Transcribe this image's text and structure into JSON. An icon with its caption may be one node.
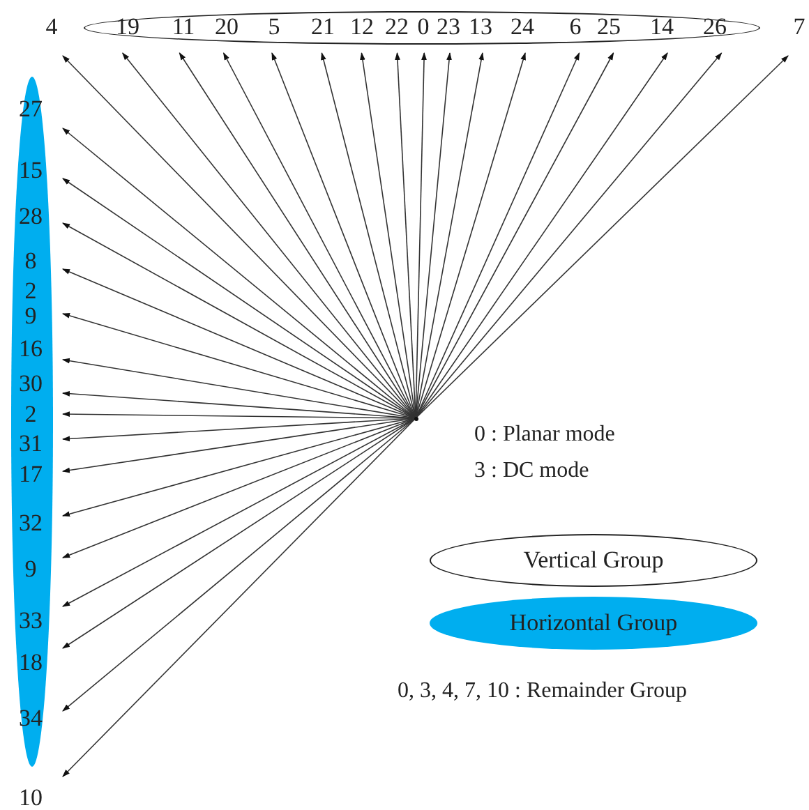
{
  "diagram": {
    "nodes": [
      {
        "text": [
          "4"
        ]
      },
      {
        "text": [],
        "shape": "ellipse"
      },
      {
        "text": [
          "19"
        ],
        "in": 1
      },
      {
        "text": [
          "11"
        ],
        "in": 1
      },
      {
        "text": [
          "20"
        ],
        "in": 1
      },
      {
        "text": [
          "5"
        ],
        "in": 1
      },
      {
        "text": [
          "21"
        ],
        "in": 1
      },
      {
        "text": [
          "12"
        ],
        "in": 1
      },
      {
        "text": [
          "22"
        ],
        "in": 1
      },
      {
        "text": [
          "0"
        ],
        "in": 1
      },
      {
        "text": [
          "23"
        ],
        "in": 1
      },
      {
        "text": [
          "13"
        ],
        "in": 1
      },
      {
        "text": [
          "24"
        ],
        "in": 1
      },
      {
        "text": [
          "6"
        ],
        "in": 1
      },
      {
        "text": [
          "25"
        ],
        "in": 1
      },
      {
        "text": [
          "14"
        ],
        "in": 1
      },
      {
        "text": [
          "26"
        ],
        "in": 1
      },
      {
        "text": [
          "7"
        ]
      },
      {
        "text": [],
        "shape": "ellipse"
      },
      {
        "text": [
          "27"
        ],
        "in": 18
      },
      {
        "text": [
          "15"
        ],
        "in": 18
      },
      {
        "text": [
          "28"
        ],
        "in": 18
      },
      {
        "text": [
          "8"
        ],
        "in": 18
      },
      {
        "text": [
          "29"
        ],
        "in": 18
      },
      {
        "text": [
          "16"
        ],
        "in": 18
      },
      {
        "text": [
          "30"
        ],
        "in": 18
      },
      {
        "text": [
          "2"
        ],
        "in": 18
      },
      {
        "text": [
          "31"
        ],
        "in": 18
      },
      {
        "text": [
          "17"
        ],
        "in": 18
      },
      {
        "text": [
          "32"
        ],
        "in": 18
      },
      {
        "text": [
          "9"
        ],
        "in": 18
      },
      {
        "text": [
          "33"
        ],
        "in": 18
      },
      {
        "text": [
          "18"
        ],
        "in": 18
      },
      {
        "text": [
          "34"
        ],
        "in": 18
      },
      {
        "text": [
          "10"
        ]
      },
      {
        "text": [],
        "shape": "point"
      }
    ],
    "edges": [
      {
        "from": 35,
        "to": 0,
        "arrow": "to"
      },
      {
        "from": 35,
        "to": 2,
        "arrow": "to"
      },
      {
        "from": 35,
        "to": 3,
        "arrow": "to"
      },
      {
        "from": 35,
        "to": 4,
        "arrow": "to"
      },
      {
        "from": 35,
        "to": 5,
        "arrow": "to"
      },
      {
        "from": 35,
        "to": 6,
        "arrow": "to"
      },
      {
        "from": 35,
        "to": 7,
        "arrow": "to"
      },
      {
        "from": 35,
        "to": 8,
        "arrow": "to"
      },
      {
        "from": 35,
        "to": 9,
        "arrow": "to"
      },
      {
        "from": 35,
        "to": 10,
        "arrow": "to"
      },
      {
        "from": 35,
        "to": 11,
        "arrow": "to"
      },
      {
        "from": 35,
        "to": 12,
        "arrow": "to"
      },
      {
        "from": 35,
        "to": 13,
        "arrow": "to"
      },
      {
        "from": 35,
        "to": 14,
        "arrow": "to"
      },
      {
        "from": 35,
        "to": 15,
        "arrow": "to"
      },
      {
        "from": 35,
        "to": 16,
        "arrow": "to"
      },
      {
        "from": 35,
        "to": 17,
        "arrow": "to"
      },
      {
        "from": 35,
        "to": 19,
        "arrow": "to"
      },
      {
        "from": 35,
        "to": 20,
        "arrow": "to"
      },
      {
        "from": 35,
        "to": 21,
        "arrow": "to"
      },
      {
        "from": 35,
        "to": 22,
        "arrow": "to"
      },
      {
        "from": 35,
        "to": 23,
        "arrow": "to"
      },
      {
        "from": 35,
        "to": 24,
        "arrow": "to"
      },
      {
        "from": 35,
        "to": 25,
        "arrow": "to"
      },
      {
        "from": 35,
        "to": 26,
        "arrow": "to"
      },
      {
        "from": 35,
        "to": 27,
        "arrow": "to"
      },
      {
        "from": 35,
        "to": 28,
        "arrow": "to"
      },
      {
        "from": 35,
        "to": 29,
        "arrow": "to"
      },
      {
        "from": 35,
        "to": 30,
        "arrow": "to"
      },
      {
        "from": 35,
        "to": 31,
        "arrow": "to"
      },
      {
        "from": 35,
        "to": 32,
        "arrow": "to"
      },
      {
        "from": 35,
        "to": 33,
        "arrow": "to"
      },
      {
        "from": 35,
        "to": 34,
        "arrow": "to"
      }
    ],
    "labels": [
      "0 : Planar mode",
      "3 : DC mode",
      "0, 3, 4, 7, 10 : Remainder Group"
    ],
    "legend": [
      {
        "text": "Vertical Group"
      },
      {
        "text": "Horizontal Group",
        "color": "#00aeef"
      }
    ]
  }
}
